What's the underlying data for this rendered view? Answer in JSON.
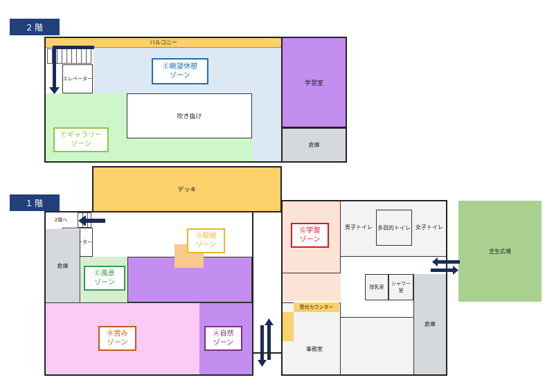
{
  "floors": {
    "second": "２階",
    "first": "１階"
  },
  "second_floor": {
    "balcony": "バルコニー",
    "elevator": "エレベーター",
    "atrium": "吹き抜け",
    "study_room": "学習室",
    "storage": "倉庫",
    "zone_e": {
      "title": "Ⓔ眺望休憩",
      "sub": "ゾーン",
      "color": "#1f6db3"
    },
    "zone_f": {
      "title": "Ⓕギャラリー",
      "sub": "ゾーン",
      "color": "#8cc63f"
    }
  },
  "first_floor": {
    "deck": "デッキ",
    "to_2f": "2階へ",
    "elevator": "エレベーター",
    "storage_left": "倉庫",
    "storage_right": "倉庫",
    "mens_toilet": "男子トイレ",
    "multi_toilet": "多目的トイレ",
    "womens_toilet": "女子トイレ",
    "nursing_room": "授乳室",
    "shower_room": "シャワー室",
    "reception": "受付カウンター",
    "office": "事務室",
    "lawn_plaza": "芝生広場",
    "zone_a": {
      "title": "Ⓐ自然",
      "sub": "ゾーン",
      "color": "#7a2f8f"
    },
    "zone_b": {
      "title": "Ⓑ営み",
      "sub": "ゾーン",
      "color": "#c55a11"
    },
    "zone_c": {
      "title": "Ⓒ風景",
      "sub": "ゾーン",
      "color": "#2e9e4f"
    },
    "zone_d": {
      "title": "Ⓓ取組",
      "sub": "ゾーン",
      "color": "#f0b429"
    },
    "zone_g": {
      "title": "Ⓖ学習",
      "sub": "ゾーン",
      "color": "#d0191f"
    }
  },
  "colors": {
    "balcony": "#fcd06a",
    "light_blue": "#dce9f5",
    "light_green": "#cdf7c8",
    "purple": "#c48df0",
    "gray": "#d5d8dc",
    "pink": "#fbcaf7",
    "peach": "#fbe3d6",
    "orange_box": "#f8c98f",
    "lawn": "#a9d08e",
    "arrow": "#1b2a57"
  }
}
